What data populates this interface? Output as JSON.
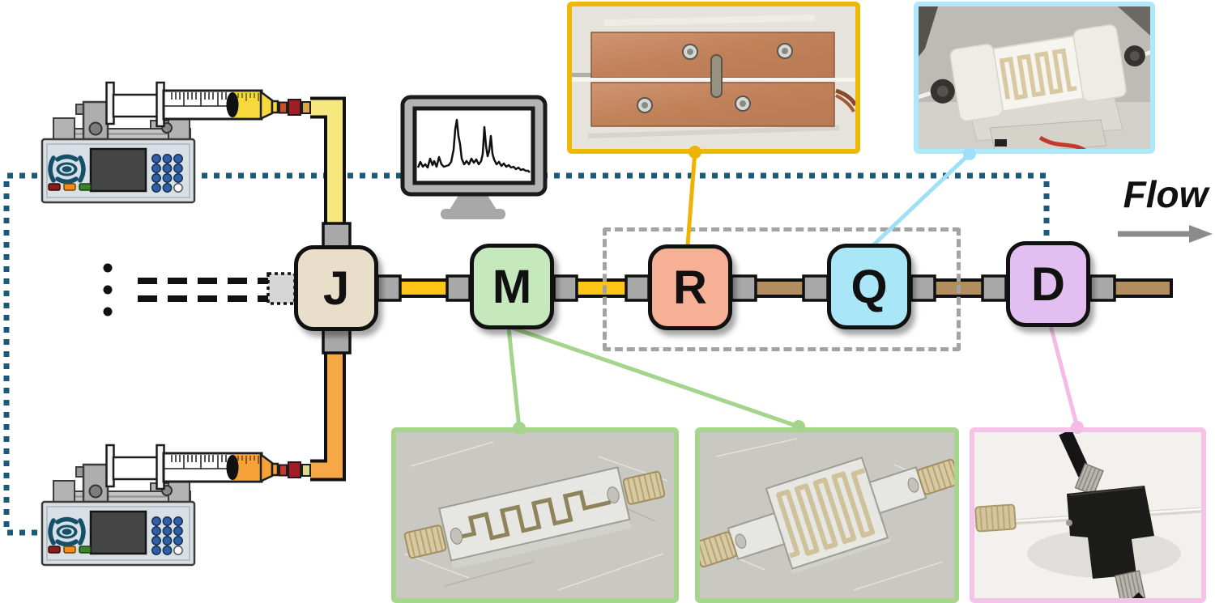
{
  "figure": {
    "flow_label": "Flow",
    "modules": [
      {
        "letter": "J",
        "fill": "#e8dec9"
      },
      {
        "letter": "M",
        "fill": "#c6e8bd"
      },
      {
        "letter": "R",
        "fill": "#f5b095"
      },
      {
        "letter": "Q",
        "fill": "#a9e7f8"
      },
      {
        "letter": "D",
        "fill": "#e2bef1"
      }
    ],
    "equipment": {
      "syringe_pumps": [
        {
          "name": "syringe-pump-top",
          "syringe_liquid_color": "#f7d83d",
          "tube_color": "#f6e87f"
        },
        {
          "name": "syringe-pump-bottom",
          "syringe_liquid_color": "#f6a238",
          "tube_color": "#f5a845"
        }
      ],
      "monitor": {
        "name": "computer-monitor",
        "screen_content": "spectrum-trace"
      },
      "tube_colors": {
        "feed_gold": "#ffc517",
        "downstream_tan": "#b28d5f"
      },
      "control_line_color": "#1c5a7a",
      "connector_color": "#a9a9a9"
    },
    "photo_insets": [
      {
        "name": "copper-plate-reactor-photo",
        "border_color": "#f0b806",
        "links_to": "R"
      },
      {
        "name": "serpentine-block-chip-photo",
        "border_color": "#aee9fb",
        "links_to": "Q"
      },
      {
        "name": "zigzag-channel-chip-photo",
        "border_color": "#a8d58e",
        "links_to": "M"
      },
      {
        "name": "serpentine-channel-chip-photo",
        "border_color": "#a8d58e",
        "links_to": "M"
      },
      {
        "name": "flow-cell-detector-photo",
        "border_color": "#f6c3e8",
        "links_to": "D"
      }
    ],
    "dashed_enclosure_modules": [
      "R",
      "Q"
    ]
  }
}
